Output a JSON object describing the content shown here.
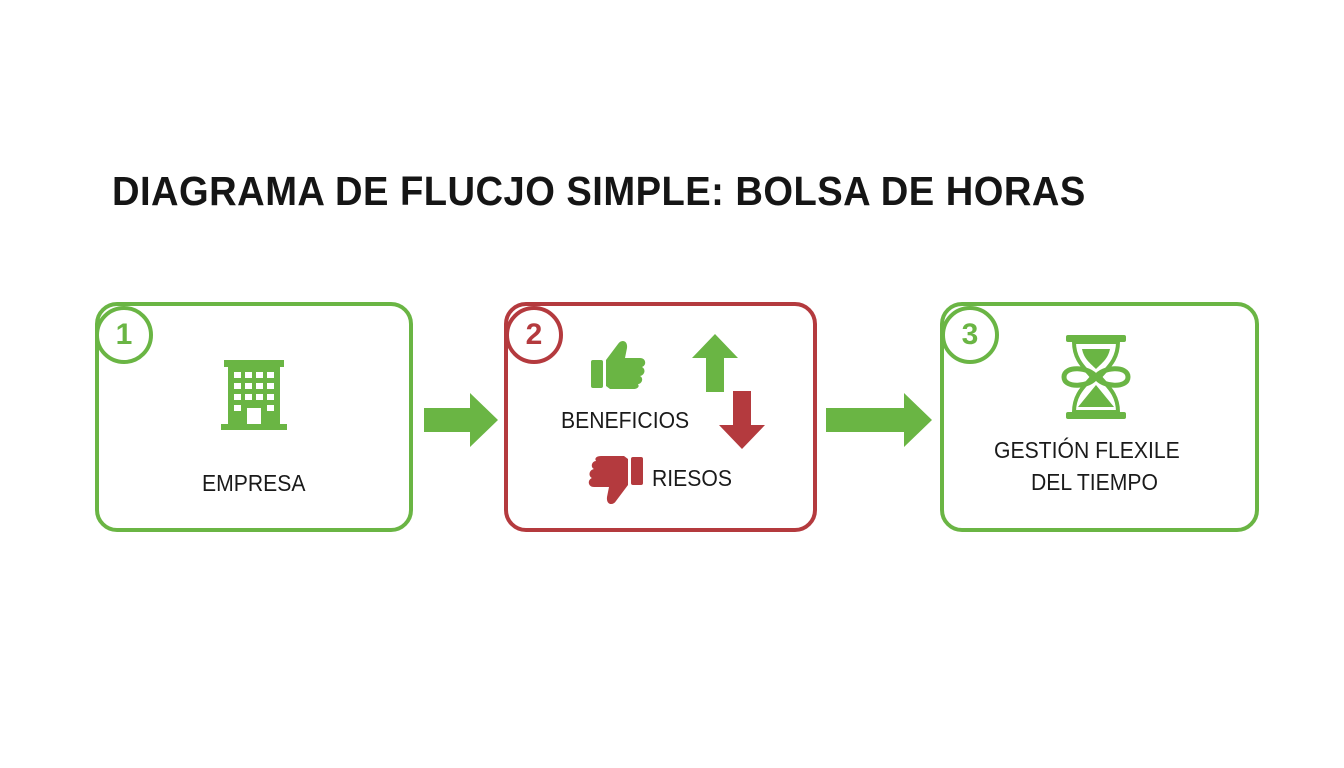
{
  "title": "DIAGRAMA DE FLUCJO SIMPLE: BOLSA DE HORAS",
  "colors": {
    "green": "#6ab544",
    "red": "#b43a3e",
    "text": "#1a1a1a"
  },
  "steps": [
    {
      "number": "1",
      "label": "EMPRESA",
      "color": "#6ab544",
      "icon": "office-building-icon"
    },
    {
      "number": "2",
      "color": "#b43a3e",
      "benefits_label": "BENEFICIOS",
      "benefits_icons": [
        "thumbs-up-icon",
        "arrow-up-icon"
      ],
      "risks_label": "RIESOS",
      "risks_icons": [
        "thumbs-down-icon",
        "arrow-down-icon"
      ]
    },
    {
      "number": "3",
      "label_line1": "GESTIÓN FLEXILE",
      "label_line2": "DEL TIEMPO",
      "color": "#6ab544",
      "icon": "hourglass-infinity-icon"
    }
  ],
  "connectors": [
    "arrow-right-icon",
    "arrow-right-icon"
  ]
}
